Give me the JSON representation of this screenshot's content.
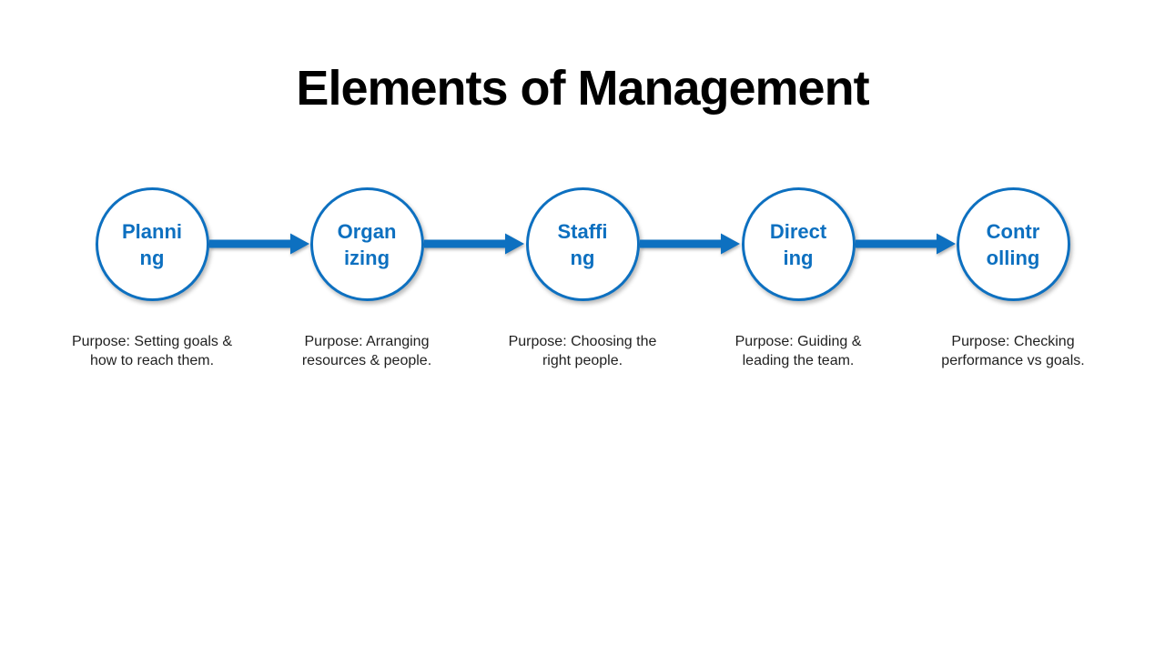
{
  "slide": {
    "title": "Elements of Management"
  },
  "colors": {
    "accent": "#0d70c0",
    "title": "#000000",
    "body": "#1f1f1f",
    "background": "#ffffff"
  },
  "stages": [
    {
      "name": "Planning",
      "label_lines": [
        "Planni",
        "ng"
      ],
      "purpose_lines": [
        "Purpose: Setting goals &",
        "how to reach them."
      ]
    },
    {
      "name": "Organizing",
      "label_lines": [
        "Organ",
        "izing"
      ],
      "purpose_lines": [
        "Purpose: Arranging",
        "resources & people."
      ]
    },
    {
      "name": "Staffing",
      "label_lines": [
        "Staffi",
        "ng"
      ],
      "purpose_lines": [
        "Purpose: Choosing the",
        "right people."
      ]
    },
    {
      "name": "Directing",
      "label_lines": [
        "Direct",
        "ing"
      ],
      "purpose_lines": [
        "Purpose: Guiding &",
        "leading the team."
      ]
    },
    {
      "name": "Controlling",
      "label_lines": [
        "Contr",
        "olling"
      ],
      "purpose_lines": [
        "Purpose: Checking",
        "performance vs goals."
      ]
    }
  ]
}
